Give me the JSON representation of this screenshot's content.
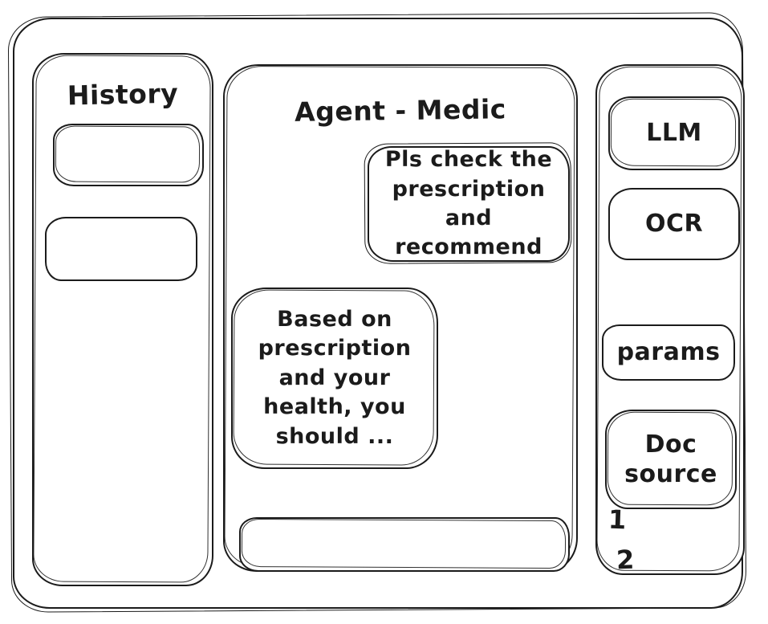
{
  "app": {
    "kind": "hand-drawn wireframe",
    "colors": {
      "ink": "#1b1b1b",
      "background": "#ffffff"
    }
  },
  "history_panel": {
    "title": "History",
    "items": [
      {
        "label": ""
      },
      {
        "label": ""
      }
    ]
  },
  "chat": {
    "title": "Agent - Medic",
    "messages": [
      {
        "role": "user",
        "text": "Pls check the prescription and recommend"
      },
      {
        "role": "assistant",
        "text": "Based on prescription and your health, you should ..."
      }
    ],
    "input": {
      "value": "",
      "placeholder": ""
    }
  },
  "tools_panel": {
    "buttons": [
      {
        "id": "llm",
        "label": "LLM"
      },
      {
        "id": "ocr",
        "label": "OCR"
      },
      {
        "id": "params",
        "label": "params"
      },
      {
        "id": "doc-source",
        "label": "Doc source"
      }
    ],
    "doc_list": [
      {
        "label": "1"
      },
      {
        "label": "2"
      }
    ]
  }
}
